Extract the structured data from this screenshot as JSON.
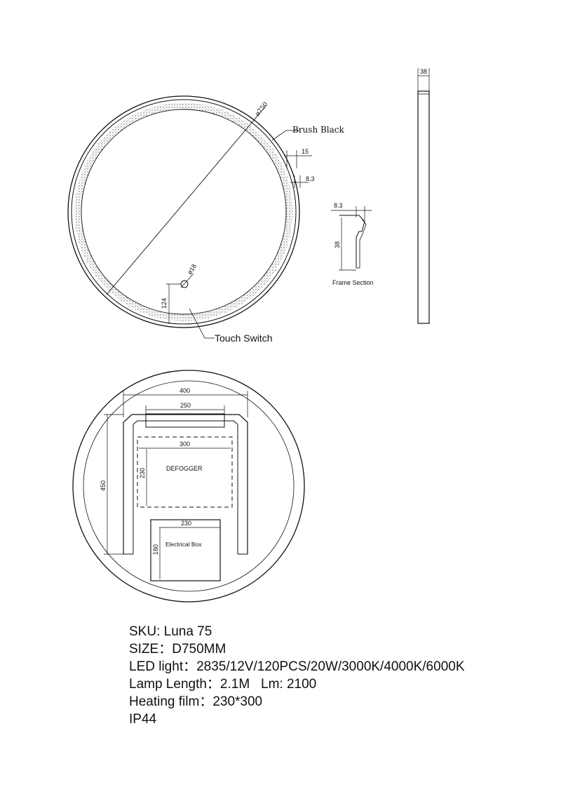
{
  "front_view": {
    "diameter_label": "ø750",
    "brush_label": "Brush Black",
    "frame_width_label": "15",
    "led_offset_label": "8,3",
    "switch_diameter_label": "ø18",
    "switch_height_label": "124",
    "touch_switch_label": "Touch Switch"
  },
  "side_view": {
    "depth_label": "38"
  },
  "frame_section": {
    "width_label": "8.3",
    "height_label": "38",
    "title": "Frame Section"
  },
  "back_view": {
    "bracket_width_label": "400",
    "top_bar_label": "250",
    "defogger_width_label": "300",
    "defogger_height_label": "230",
    "defogger_label": "DEFOGGER",
    "bracket_height_label": "450",
    "box_width_label": "230",
    "box_height_label": "180",
    "box_label": "Electrical Box"
  },
  "specs": [
    "SKU: Luna 75",
    "SIZE：D750MM",
    "LED light：2835/12V/120PCS/20W/3000K/4000K/6000K",
    "Lamp Length：2.1M   Lm: 2100",
    "Heating film：230*300",
    "IP44"
  ]
}
